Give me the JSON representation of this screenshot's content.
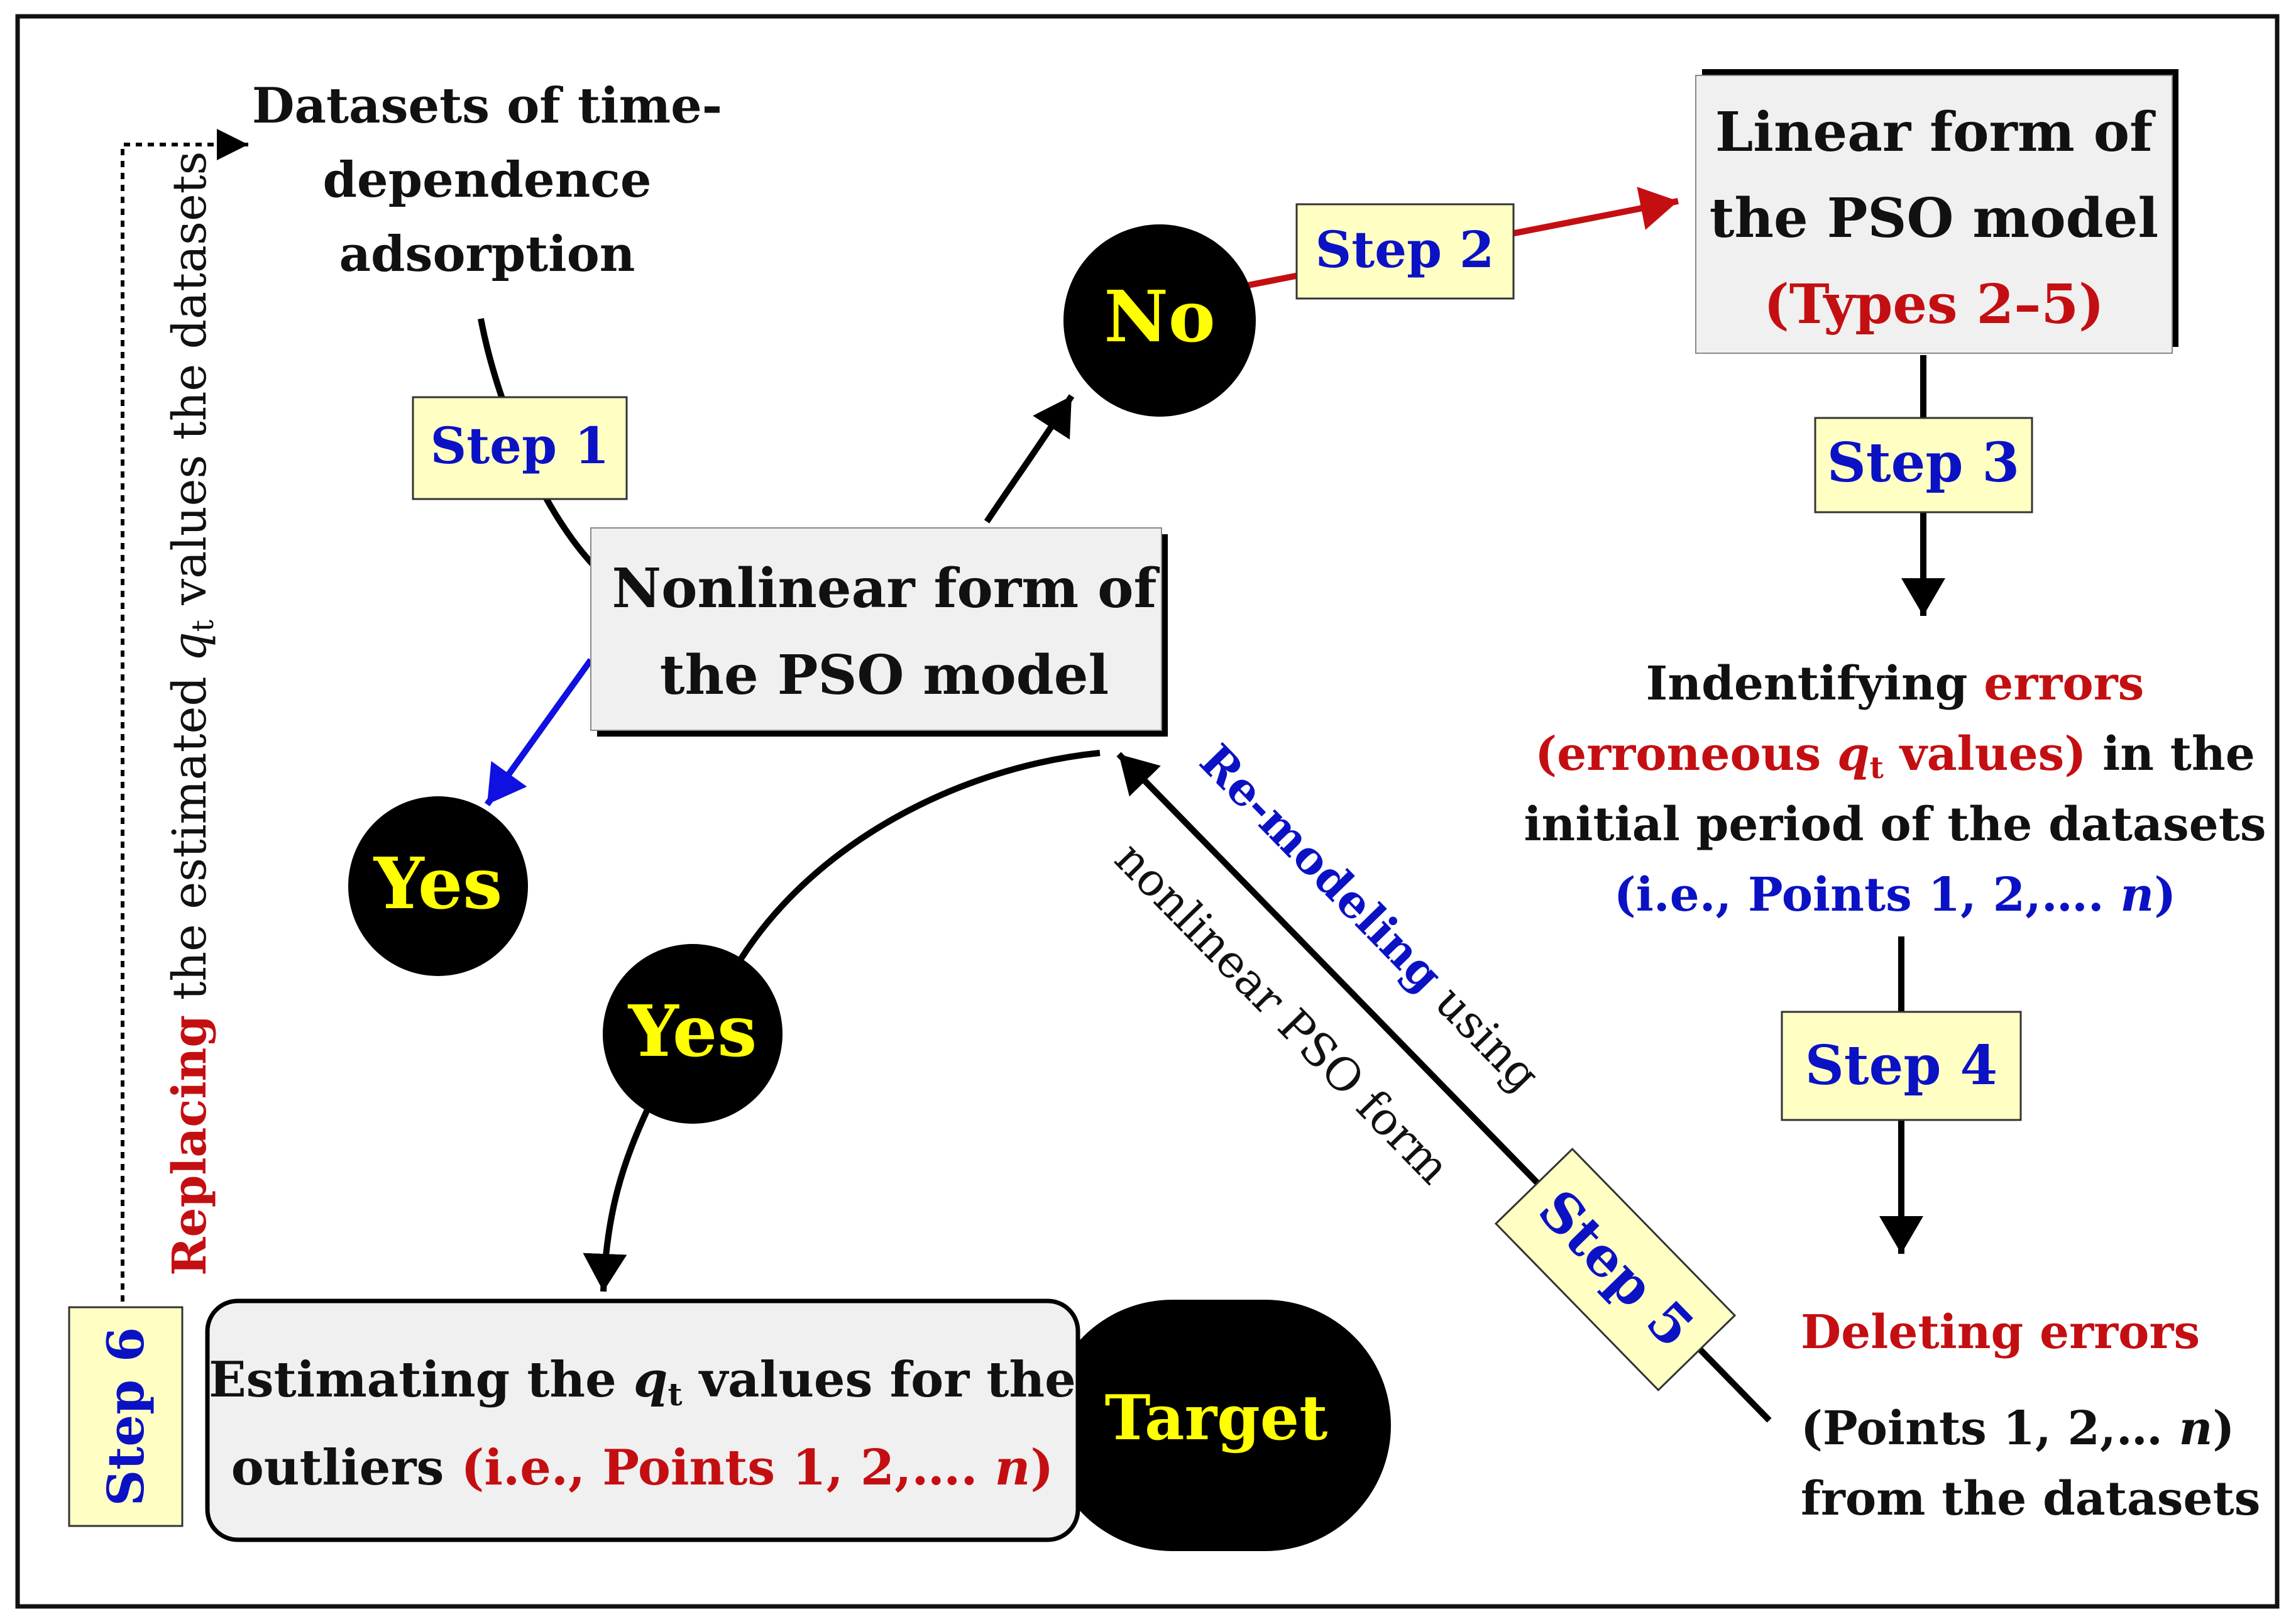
{
  "colors": {
    "frame": "#111111",
    "box_fill": "#f0f0f0",
    "step_fill": "#ffffc4",
    "circle_fill": "#000000",
    "circle_text": "#ffff00",
    "blue_text": "#0b12c4",
    "red_text": "#c40f12",
    "red_arrow": "#c40f12",
    "blue_arrow": "#1010e0"
  },
  "nodes": {
    "datasets": {
      "line1": "Datasets of time-",
      "line2": "dependence",
      "line3": "adsorption"
    },
    "nonlinear": {
      "line1": "Nonlinear form of",
      "line2": "the PSO model"
    },
    "linear": {
      "line1": "Linear form of",
      "line2": "the PSO model",
      "line3": "(Types 2–5)"
    },
    "identify": {
      "line1_a": "Indentifying ",
      "line1_b": "errors",
      "line2_a": "(erroneous ",
      "line2_q": "q",
      "line2_sub": "t",
      "line2_b": " values)",
      "line2_c": " in the",
      "line3": "initial period of the datasets",
      "line4_a": "(i.e., Points 1, 2,…. ",
      "line4_n": "n",
      "line4_b": ")"
    },
    "deleting": {
      "line1": "Deleting errors",
      "line2_a": "(Points 1, 2,… ",
      "line2_n": "n",
      "line2_b": ")",
      "line3": "from the datasets"
    },
    "estimating": {
      "line1_a": "Estimating the ",
      "line1_q": "q",
      "line1_sub": "t",
      "line1_b": " values for the",
      "line2_a": "outliers ",
      "line2_b": "(i.e., Points 1, 2,…. ",
      "line2_n": "n",
      "line2_c": ")"
    }
  },
  "circles": {
    "no": "No",
    "yes_left": "Yes",
    "yes_center": "Yes",
    "target": "Target"
  },
  "steps": {
    "s1": "Step 1",
    "s2": "Step 2",
    "s3": "Step 3",
    "s4": "Step 4",
    "s5": "Step 5",
    "s6": "Step 6"
  },
  "remodel": {
    "line1_a": "Re-modeling",
    "line1_b": " using",
    "line2": "nonlinear PSO form"
  },
  "replacing": {
    "a": "Replacing",
    "b": " the estimated ",
    "q": "q",
    "sub": "t",
    "c": " values the datasets"
  }
}
